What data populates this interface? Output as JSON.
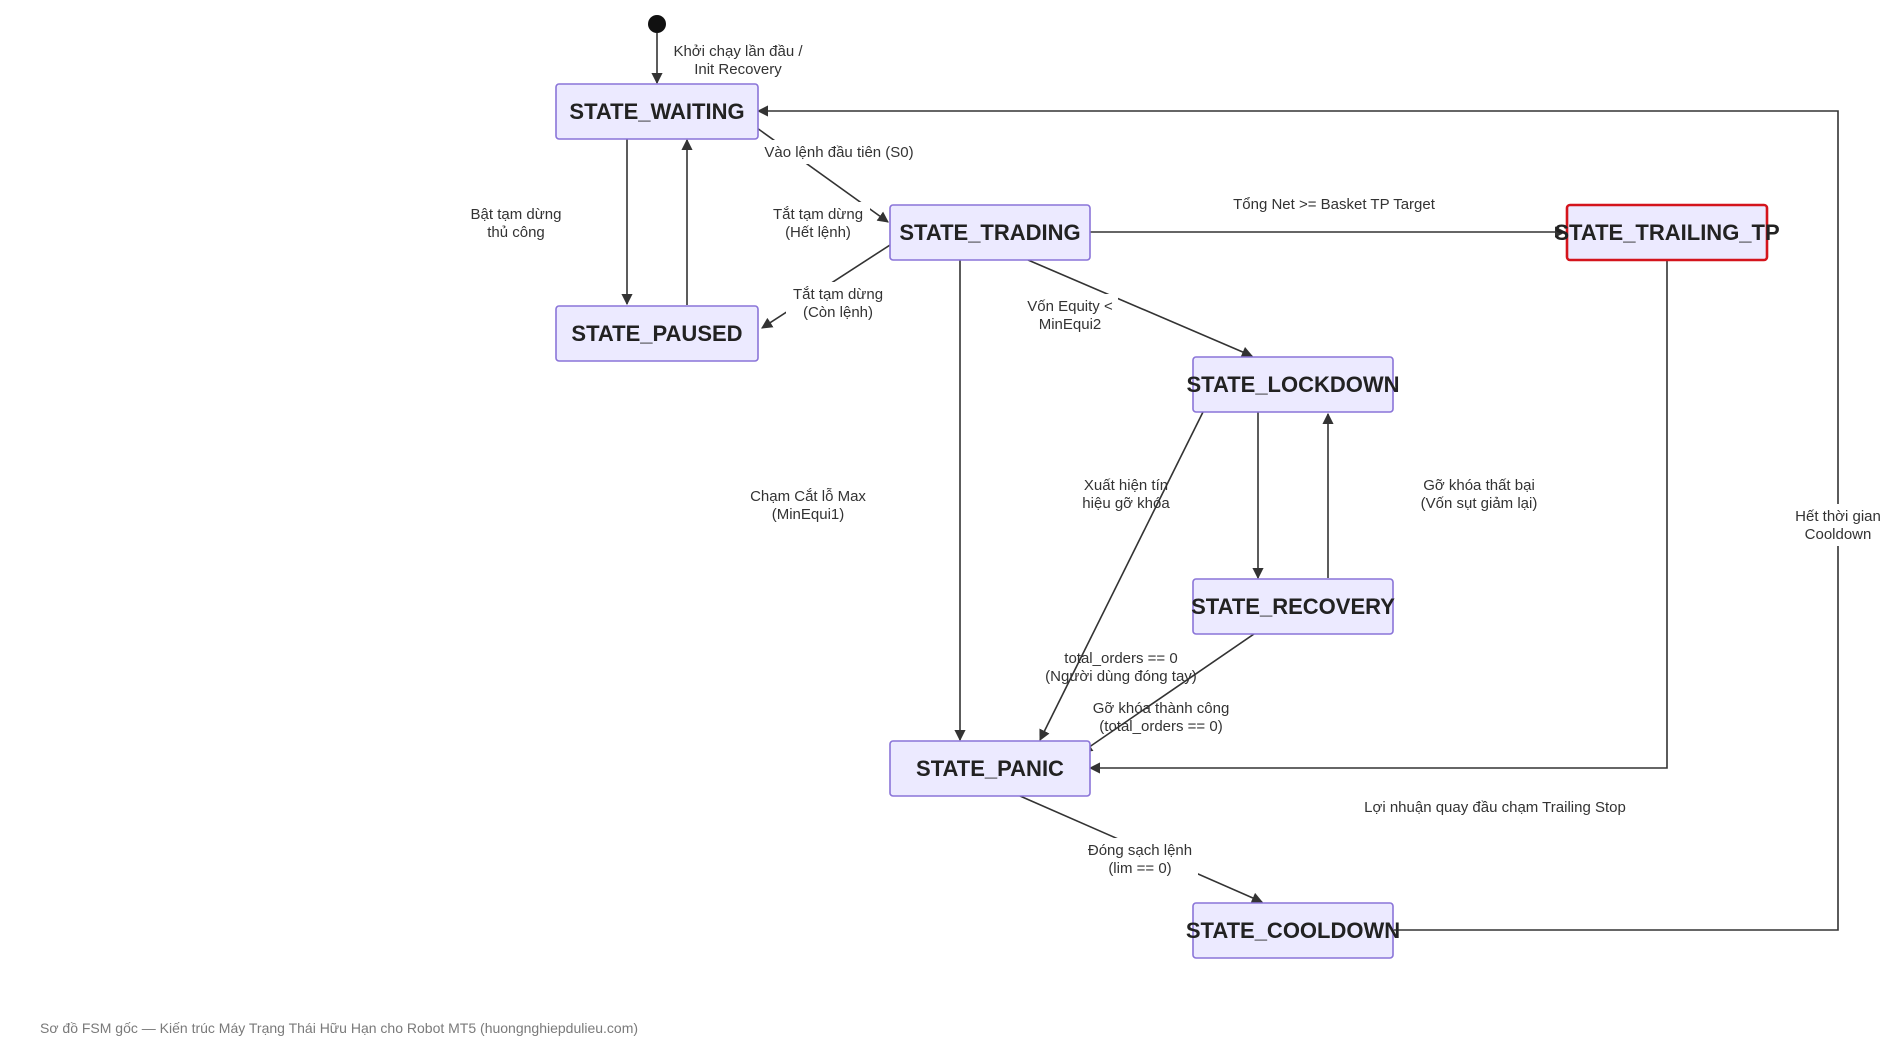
{
  "diagram": {
    "states": {
      "waiting": "STATE_WAITING",
      "paused": "STATE_PAUSED",
      "trading": "STATE_TRADING",
      "trailing_tp": "STATE_TRAILING_TP",
      "lockdown": "STATE_LOCKDOWN",
      "recovery": "STATE_RECOVERY",
      "panic": "STATE_PANIC",
      "cooldown": "STATE_COOLDOWN"
    },
    "transitions": {
      "init": [
        "Khởi chạy lần đầu /",
        "Init Recovery"
      ],
      "waiting_to_trading": [
        "Vào lệnh đầu tiên (S0)"
      ],
      "manual_pause": [
        "Bật tạm dừng",
        "thủ công"
      ],
      "pause_no_orders": [
        "Tắt tạm dừng",
        "(Hết lệnh)"
      ],
      "pause_with_orders": [
        "Tắt tạm dừng",
        "(Còn lệnh)"
      ],
      "basket_tp": [
        "Tổng Net >= Basket TP Target"
      ],
      "equity_below": [
        "Vốn Equity <",
        "MinEqui2"
      ],
      "max_stoploss": [
        "Chạm Cắt lỗ Max",
        "(MinEqui1)"
      ],
      "unlock_signal": [
        "Xuất hiện tín",
        "hiệu gỡ khóa"
      ],
      "unlock_failed": [
        "Gỡ khóa thất bại",
        "(Vốn sụt giảm lại)"
      ],
      "cooldown_timeout": [
        "Hết thời gian",
        "Cooldown"
      ],
      "user_closed": [
        "total_orders == 0",
        "(Người dùng đóng tay)"
      ],
      "unlock_success": [
        "Gỡ khóa thành công",
        "(total_orders == 0)"
      ],
      "trailing_stop_hit": [
        "Lợi nhuận quay đầu chạm Trailing Stop"
      ],
      "orders_cleared": [
        "Đóng sạch lệnh",
        "(lim == 0)"
      ]
    },
    "colors": {
      "node_fill": "#ECEAFF",
      "node_stroke": "#8A74D8",
      "highlight_stroke": "#D4141C",
      "edge": "#333333"
    }
  },
  "footer": {
    "caption": "Sơ đồ FSM gốc — Kiến trúc Máy Trạng Thái Hữu Hạn cho Robot MT5 (huongnghiepdulieu.com)"
  }
}
